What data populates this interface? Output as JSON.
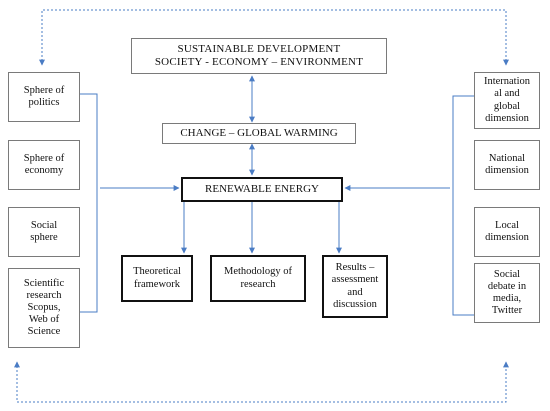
{
  "colors": {
    "arrow": "#4a7cc4",
    "box_border": "#7a7a7a",
    "bold_border": "#111111"
  },
  "center": {
    "sustainable": "SUSTAINABLE DEVELOPMENT\nSOCIETY - ECONOMY – ENVIRONMENT",
    "change": "CHANGE – GLOBAL WARMING",
    "renewable": "RENEWABLE ENERGY"
  },
  "left": [
    "Sphere of\npolitics",
    "Sphere of\neconomy",
    "Social\nsphere",
    "Scientific\nresearch\nScopus,\nWeb of\nScience"
  ],
  "right": [
    "Internation\nal and\nglobal\ndimension",
    "National\ndimension",
    "Local\ndimension",
    "Social\ndebate in\nmedia,\nTwitter"
  ],
  "bottom": [
    "Theoretical\nframework",
    "Methodology of\nresearch",
    "Results –\nassessment\nand\ndiscussion"
  ]
}
